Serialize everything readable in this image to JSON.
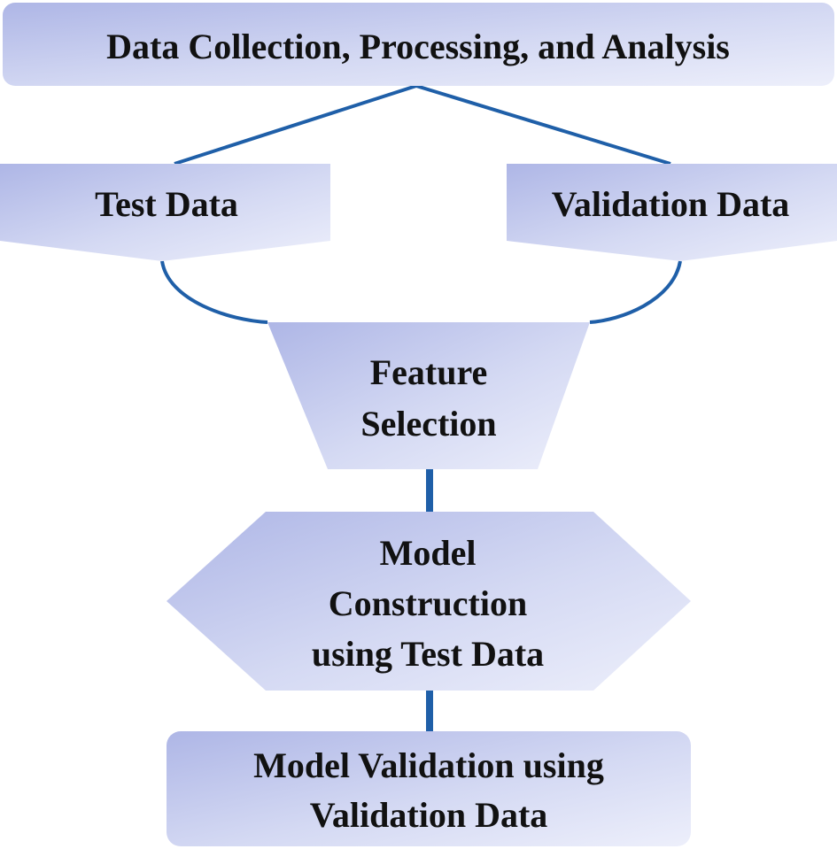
{
  "nodes": {
    "data_collection": {
      "lines": [
        "Data Collection, Processing, and Analysis"
      ]
    },
    "test_data": {
      "lines": [
        "Test Data"
      ]
    },
    "validation_data": {
      "lines": [
        "Validation Data"
      ]
    },
    "feature_selection": {
      "lines": [
        "Feature",
        "Selection"
      ]
    },
    "model_construction": {
      "lines": [
        "Model",
        "Construction",
        "using Test Data"
      ]
    },
    "model_validation": {
      "lines": [
        "Model Validation using",
        "Validation Data"
      ]
    }
  },
  "colors": {
    "connector": "#1F5FA8",
    "fill_dark": "#AEB6E6",
    "fill_light": "#EDEFFB",
    "text": "#111111"
  }
}
